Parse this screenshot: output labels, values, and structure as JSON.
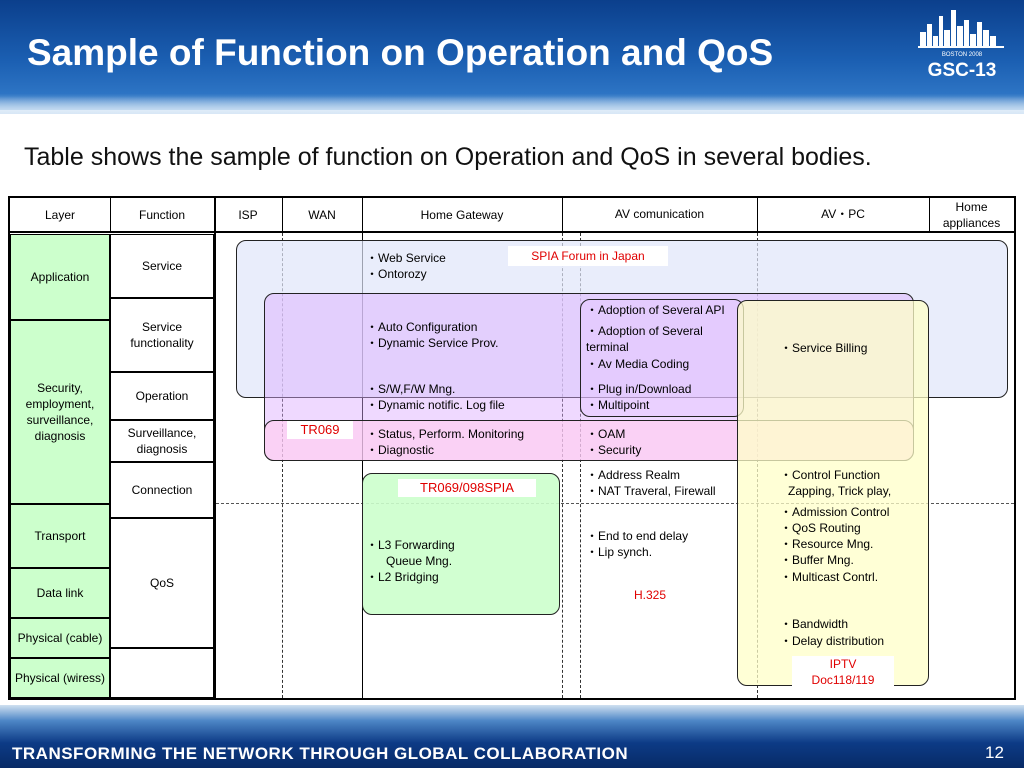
{
  "header": {
    "title": "Sample of Function on Operation and QoS",
    "logo_city": "BOSTON 2008",
    "logo_name": "GSC-13"
  },
  "subtitle": "Table shows the sample of function on Operation and QoS in several bodies.",
  "table": {
    "headers": [
      "Layer",
      "Function",
      "ISP",
      "WAN",
      "Home Gateway",
      "AV comunication",
      "AV・PC",
      "Home appliances"
    ],
    "layers": [
      "Application",
      "Security, employment, surveillance, diagnosis",
      "Transport",
      "Data link",
      "Physical (cable)",
      "Physical (wiress)"
    ],
    "functions": [
      "Service",
      "Service functionality",
      "Operation",
      "Surveillance, diagnosis",
      "Connection",
      "QoS"
    ],
    "home_gateway": {
      "service": [
        "・Web Service",
        "・Ontorozy"
      ],
      "functionality": [
        "・Auto Configuration",
        "・Dynamic Service Prov."
      ],
      "operation": [
        "・S/W,F/W Mng.",
        "・Dynamic notific. Log file"
      ],
      "surveillance": [
        "・Status, Perform. Monitoring",
        "・Diagnostic"
      ],
      "qos": [
        "・L3 Forwarding",
        "Queue Mng.",
        "・L2 Bridging"
      ]
    },
    "av_comm": {
      "functionality": [
        "・Adoption of Several API",
        "・Adoption of Several",
        "terminal",
        "・Av Media Coding"
      ],
      "operation": [
        "・Plug in/Download",
        "・Multipoint"
      ],
      "surveillance": [
        "・OAM",
        "・Security"
      ],
      "connection": [
        "・Address Realm",
        "・NAT Traveral, Firewall"
      ],
      "qos": [
        "・End to end delay",
        "・Lip synch."
      ]
    },
    "av_pc": {
      "billing": "・Service Billing",
      "connection": [
        "・Control Function",
        "Zapping, Trick play,"
      ],
      "qos": [
        "・Admission Control",
        "・QoS Routing",
        "・Resource Mng.",
        "・Buffer Mng.",
        "・Multicast Contrl."
      ],
      "physical": [
        "・Bandwidth",
        "・Delay distribution"
      ]
    },
    "labels": {
      "spia": "SPIA Forum in Japan",
      "tr069": "TR069",
      "tr069_098": "TR069/098SPIA",
      "h325": "H.325",
      "iptv_1": "IPTV",
      "iptv_2": "Doc118/119"
    }
  },
  "footer": {
    "text": "TRANSFORMING THE NETWORK THROUGH GLOBAL COLLABORATION",
    "page": "12"
  },
  "colors": {
    "header_blue": "#1b5fb2",
    "layer_green": "#ccffcc",
    "red_label": "#e00000",
    "blue_box": "#e8ecfb",
    "purple_box": "#e6ccff",
    "pink_box": "#ffd9f5",
    "green_box": "#ccffcc",
    "yellow_box": "#ffffcc"
  }
}
